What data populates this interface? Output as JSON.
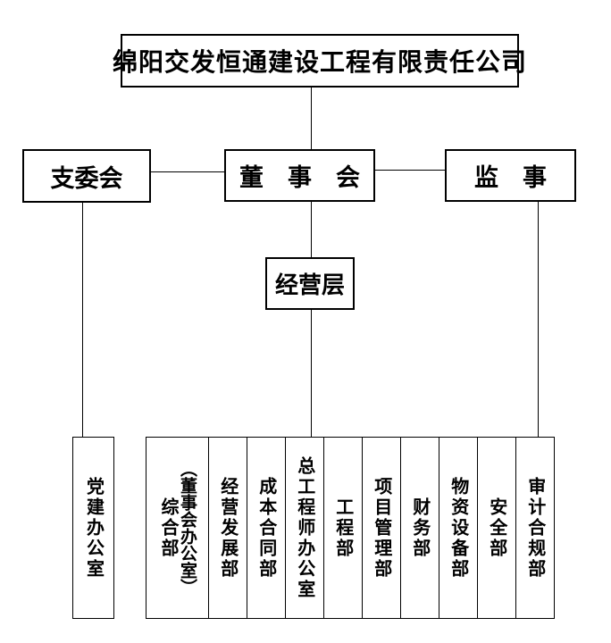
{
  "diagram": {
    "root": {
      "label": "绵阳交发恒通建设工程有限责任公司"
    },
    "level2": {
      "branch_committee": {
        "label": "支委会"
      },
      "board": {
        "label": "董　事　会"
      },
      "supervisor": {
        "label": "监　事"
      }
    },
    "level3": {
      "management": {
        "label": "经营层"
      }
    },
    "party_office": {
      "label": "党建办公室"
    },
    "departments": [
      {
        "label": "综合部",
        "sublabel": "（董事会办公室）"
      },
      {
        "label": "经营发展部"
      },
      {
        "label": "成本合同部"
      },
      {
        "label": "总工程师办公室"
      },
      {
        "label": "工程部"
      },
      {
        "label": "项目管理部"
      },
      {
        "label": "财务部"
      },
      {
        "label": "物资设备部"
      },
      {
        "label": "安全部"
      },
      {
        "label": "审计合规部"
      }
    ],
    "colors": {
      "background": "#ffffff",
      "border": "#000000",
      "line": "#000000",
      "text": "#000000"
    }
  }
}
